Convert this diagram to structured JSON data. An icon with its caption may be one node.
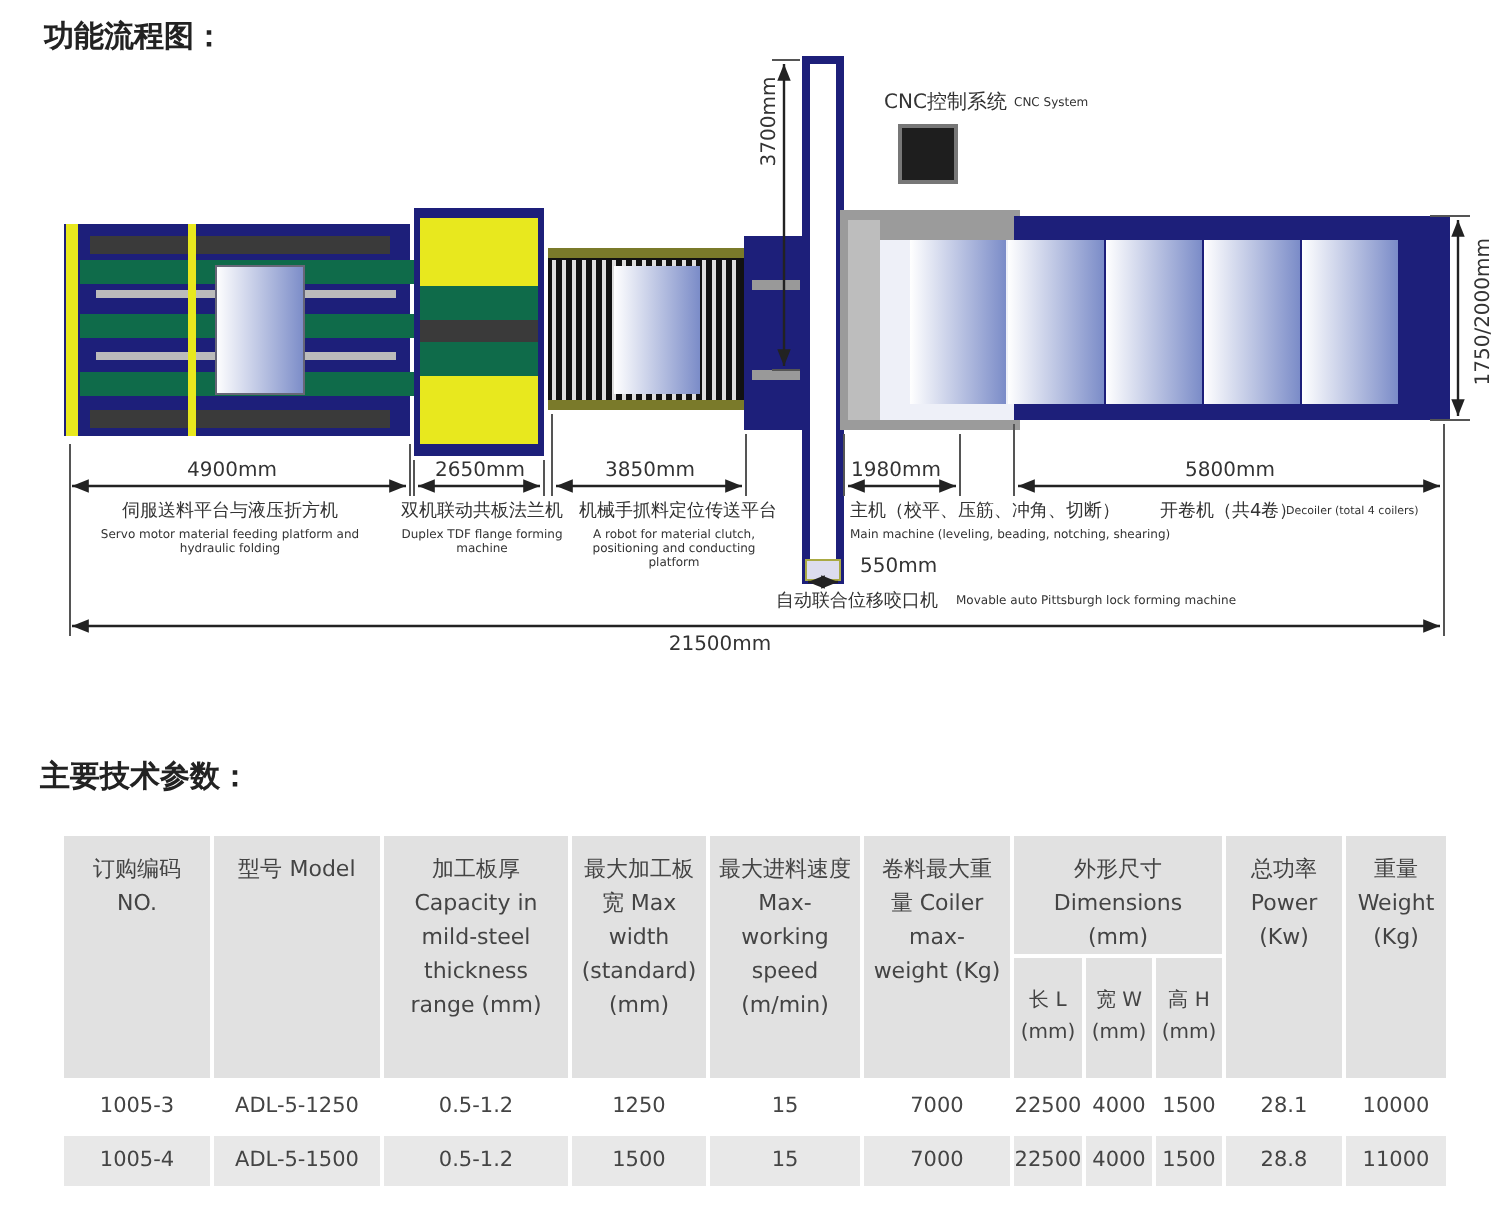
{
  "diagram": {
    "title": "功能流程图：",
    "labels": [
      "3700mm",
      "CNC控制系统",
      "CNC System",
      "1750/2000mm",
      "4900mm",
      "2650mm",
      "3850mm",
      "1980mm",
      "5800mm",
      "伺服送料平台与液压折方机",
      "Servo motor material feeding platform and hydraulic folding",
      "双机联动共板法兰机",
      "Duplex TDF flange forming machine",
      "机械手抓料定位传送平台",
      "A robot for material clutch, positioning and conducting platform",
      "主机（校平、压筋、冲角、切断）",
      "Main machine (leveling, beading, notching, shearing)",
      "开卷机（共4卷）",
      "Decoiler (total 4 coilers)",
      "550mm",
      "自动联合位移咬口机",
      "Movable auto Pittsburgh lock forming machine",
      "21500mm",
      "主要技术参数：",
      "订购编码 NO.",
      "型号 Model",
      "加工板厚 Capacity in mild-steel thickness range (mm)",
      "最大加工板宽 Max width (standard) (mm)",
      "最大进料速度 Max-working speed (m/min)",
      "卷料最大重量 Coiler max-weight (Kg)",
      "外形尺寸 Dimensions (mm)",
      "总功率 Power (Kw)",
      "重量 Weight (Kg)",
      "长 L (mm)",
      "宽 W (mm)",
      "高 H (mm)",
      "1005-3",
      "ADL-5-1250",
      "0.5-1.2",
      "1250",
      "15",
      "7000",
      "22500",
      "4000",
      "1500",
      "28.1",
      "10000",
      "1005-4",
      "ADL-5-1500",
      "0.5-1.2",
      "1500",
      "15",
      "7000",
      "22500",
      "4000",
      "1500",
      "28.8",
      "11000"
    ]
  }
}
